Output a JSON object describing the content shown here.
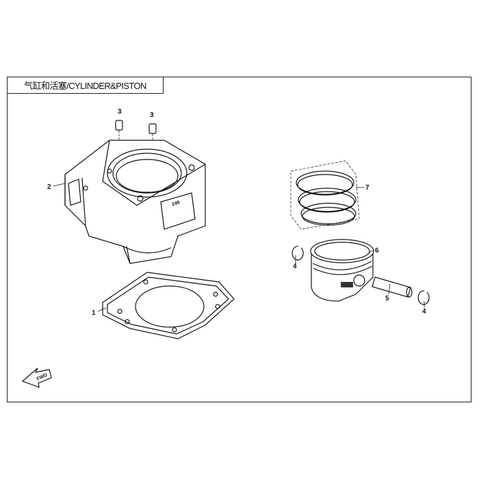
{
  "title": "气缸和活塞/CYLINDER&PISTON",
  "direction_marker": "FWD",
  "cylinder_marking": "249",
  "callouts": {
    "gasket": "1",
    "cylinder": "2",
    "dowel_left": "3",
    "dowel_right": "3",
    "circlip_left": "4",
    "circlip_right": "4",
    "piston_pin": "5",
    "piston": "6",
    "piston_rings": "7"
  }
}
